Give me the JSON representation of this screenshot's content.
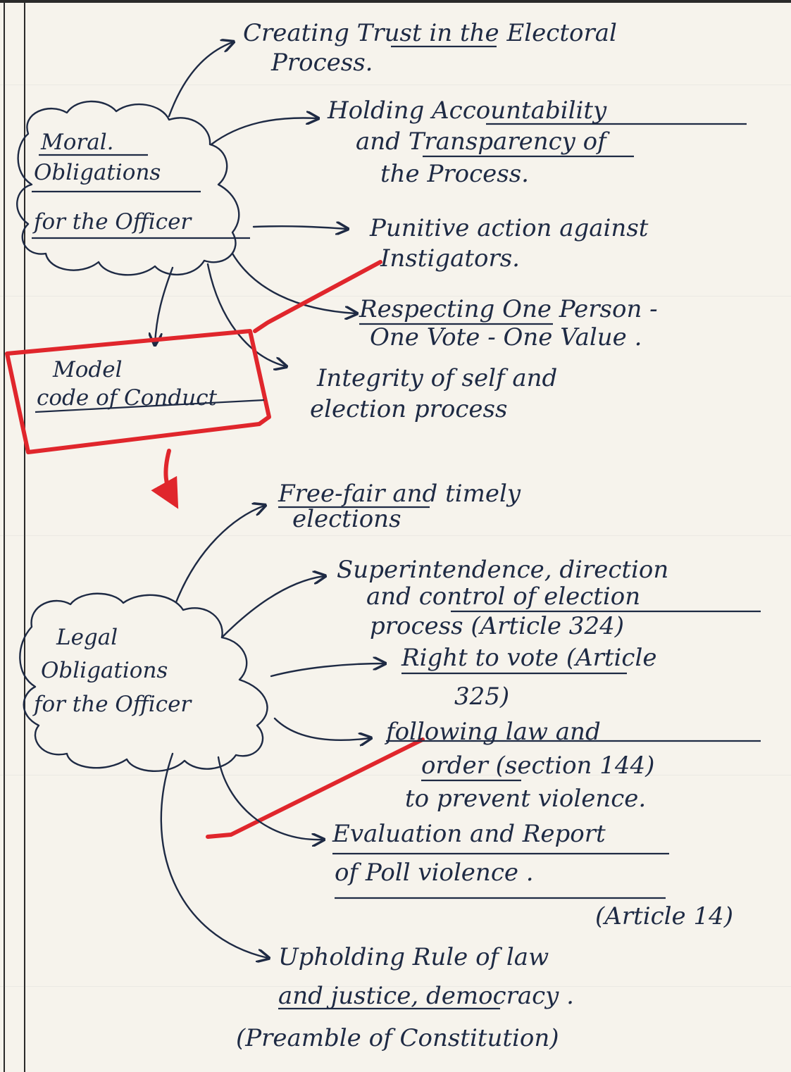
{
  "colors": {
    "ink": "#1e2a44",
    "red_pen": "#e0262c",
    "paper": "#f6f3ec"
  },
  "moral": {
    "label_lines": [
      "Moral.",
      "Obligations",
      "for the Officer"
    ],
    "items": [
      {
        "lines": [
          "Creating Trust in the Electoral",
          "Process."
        ]
      },
      {
        "lines": [
          "Holding Accountability",
          "and Transparency of",
          "the Process."
        ]
      },
      {
        "lines": [
          "Punitive action against",
          "Instigators."
        ]
      },
      {
        "lines": [
          "Respecting One Person -",
          "One Vote - One Value ."
        ]
      },
      {
        "lines": [
          "Integrity of self and",
          "election process"
        ]
      }
    ]
  },
  "model_code": {
    "lines": [
      "Model",
      "code of Conduct"
    ]
  },
  "legal": {
    "label_lines": [
      "Legal",
      "Obligations",
      "for the Officer"
    ],
    "items": [
      {
        "lines": [
          "Free-fair and timely",
          "elections"
        ]
      },
      {
        "lines": [
          "Superintendence, direction",
          "and control of election",
          "process (Article 324)"
        ]
      },
      {
        "lines": [
          "Right to vote (Article",
          "325)"
        ]
      },
      {
        "lines": [
          "following law and",
          "order (section 144)",
          "to prevent violence."
        ]
      },
      {
        "lines": [
          "Evaluation and Report",
          "of Poll violence .",
          "(Article 14)"
        ]
      },
      {
        "lines": [
          "Upholding Rule of law",
          "and justice, democracy .",
          "(Preamble of Constitution)"
        ]
      }
    ]
  }
}
